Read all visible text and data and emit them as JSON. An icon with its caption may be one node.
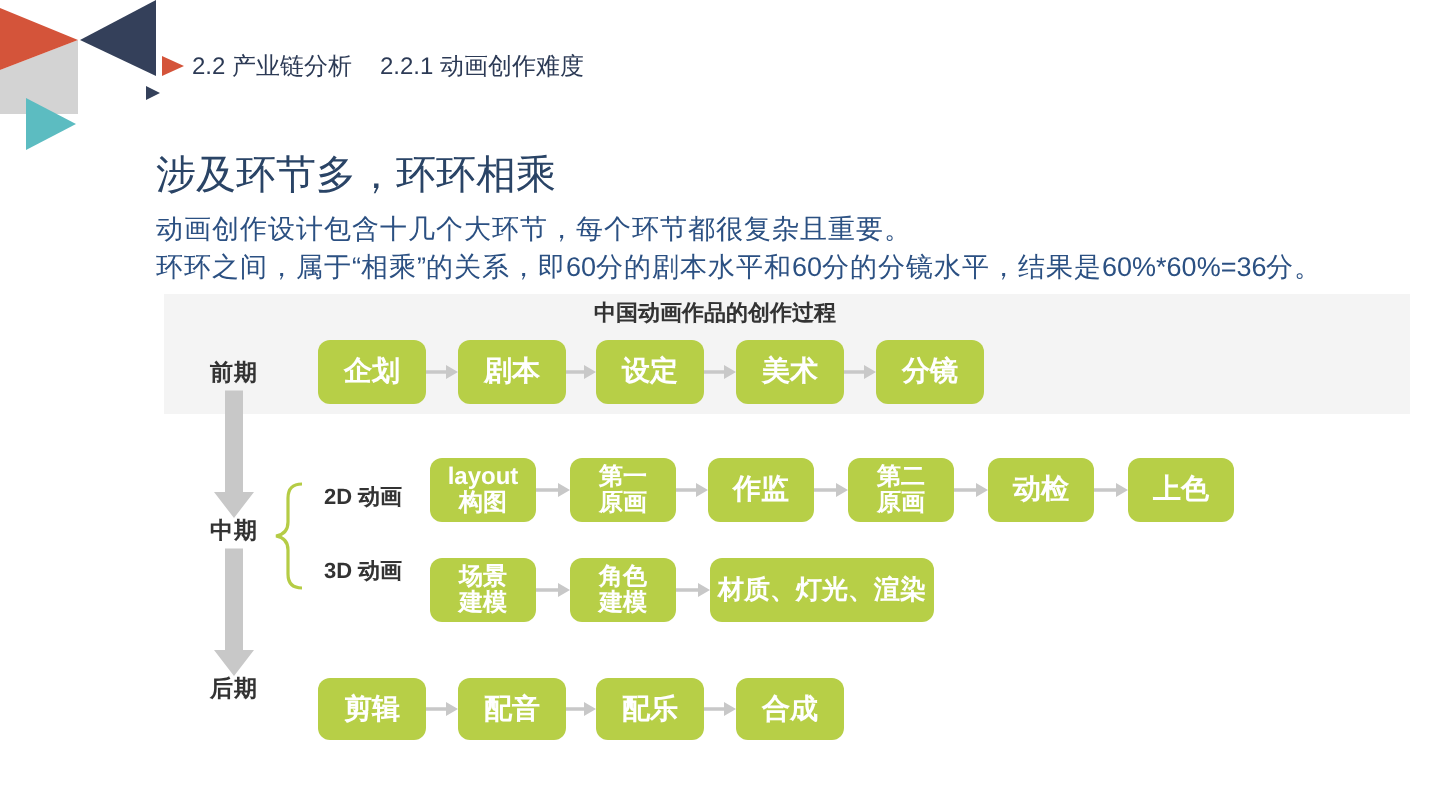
{
  "diagram": {
    "title": "涉及环节多，环环相乘",
    "nodes": [
      {
        "text": [
          "前期"
        ]
      },
      {
        "text": [
          "企划"
        ]
      },
      {
        "text": [
          "剧本"
        ]
      },
      {
        "text": [
          "设定"
        ]
      },
      {
        "text": [
          "美术"
        ]
      },
      {
        "text": [
          "分镜"
        ]
      },
      {
        "text": [
          "中期"
        ]
      },
      {
        "text": [
          "layout 构图"
        ]
      },
      {
        "text": [
          "第一原画"
        ]
      },
      {
        "text": [
          "作监"
        ]
      },
      {
        "text": [
          "第二原画"
        ]
      },
      {
        "text": [
          "动检"
        ]
      },
      {
        "text": [
          "上色"
        ]
      },
      {
        "text": [
          "场景建模"
        ]
      },
      {
        "text": [
          "角色建模"
        ]
      },
      {
        "text": [
          "材质、灯光、渲染"
        ]
      },
      {
        "text": [
          "后期"
        ]
      },
      {
        "text": [
          "剪辑"
        ]
      },
      {
        "text": [
          "配音"
        ]
      },
      {
        "text": [
          "配乐"
        ]
      },
      {
        "text": [
          "合成"
        ]
      }
    ],
    "edges": [
      {
        "from": 1,
        "to": 2,
        "arrow": "to"
      },
      {
        "from": 2,
        "to": 3,
        "arrow": "to"
      },
      {
        "from": 3,
        "to": 4,
        "arrow": "to"
      },
      {
        "from": 4,
        "to": 5,
        "arrow": "to"
      },
      {
        "from": 0,
        "to": 6,
        "arrow": "to",
        "style": "thick"
      },
      {
        "from": 7,
        "to": 8,
        "arrow": "to"
      },
      {
        "from": 8,
        "to": 9,
        "arrow": "to"
      },
      {
        "from": 9,
        "to": 10,
        "arrow": "to"
      },
      {
        "from": 10,
        "to": 11,
        "arrow": "to"
      },
      {
        "from": 11,
        "to": 12,
        "arrow": "to"
      },
      {
        "from": 13,
        "to": 14,
        "arrow": "to"
      },
      {
        "from": 14,
        "to": 15,
        "arrow": "to"
      },
      {
        "from": 6,
        "to": 16,
        "arrow": "to",
        "style": "thick"
      },
      {
        "from": 17,
        "to": 18,
        "arrow": "to"
      },
      {
        "from": 18,
        "to": 19,
        "arrow": "to"
      },
      {
        "from": 19,
        "to": 20,
        "arrow": "to"
      }
    ],
    "labels": [
      "2.2 产业链分析",
      "2.2.1 动画创作难度",
      "动画创作设计包含十几个大环节，每个环节都很复杂且重要。",
      "环环之间，属于“相乘”的关系，即60分的剧本水平和60分的分镜水平，结果是60%*60%=36分。",
      "中国动画作品的创作过程",
      "2D 动画",
      "3D 动画"
    ]
  }
}
